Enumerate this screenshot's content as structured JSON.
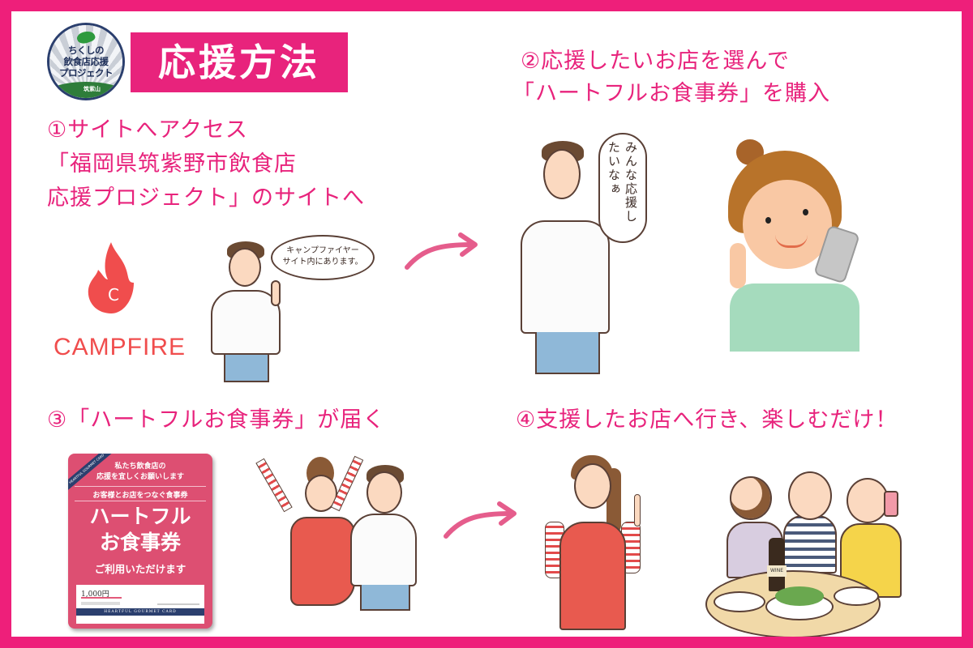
{
  "colors": {
    "frame": "#ee1f7a",
    "accent": "#e8237c",
    "campfire": "#f04d4d",
    "ticket": "#dd4f72",
    "logo_navy": "#2b3f6e"
  },
  "logo": {
    "lines": [
      "ちくしの",
      "飲食店応援",
      "プロジェクト"
    ],
    "badge": "筑紫山"
  },
  "title": "応援方法",
  "steps": [
    {
      "lines": [
        "①サイトへアクセス",
        "「福岡県筑紫野市飲食店",
        "応援プロジェクト」のサイトへ"
      ],
      "bubble_lines": [
        "キャンプファイヤー",
        "サイト内にあります。"
      ]
    },
    {
      "lines": [
        "②応援したいお店を選んで",
        "「ハートフルお食事券」を購入"
      ],
      "bubble": "みんな応援したいなぁ"
    },
    {
      "lines": [
        "③「ハートフルお食事券」が届く"
      ]
    },
    {
      "lines": [
        "④支援したお店へ行き、楽しむだけ！"
      ]
    }
  ],
  "campfire": {
    "icon": "flame-c-icon",
    "label": "CAMPFIRE"
  },
  "ticket": {
    "ribbon": "HEARTFUL GOURMET CARD",
    "line1": "私たち飲食店の",
    "line2": "応援を宜しくお願いします",
    "subtitle": "お客様とお店をつなぐ食事券",
    "big1": "ハートフル",
    "big2": "お食事券",
    "usage": "ご利用いただけます",
    "card_amount": "1,000円",
    "card_band": "HEARTFUL GOURMET CARD"
  },
  "illustrations": {
    "wine_label": "WINE"
  }
}
